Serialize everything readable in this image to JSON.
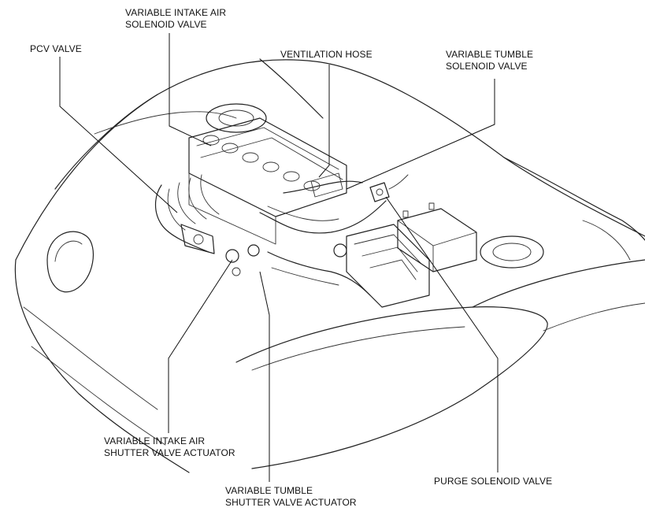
{
  "labels": {
    "variable_intake_air_solenoid_valve": [
      "VARIABLE INTAKE AIR",
      "SOLENOID VALVE"
    ],
    "pcv_valve": [
      "PCV VALVE"
    ],
    "ventilation_hose": [
      "VENTILATION HOSE"
    ],
    "variable_tumble_solenoid_valve": [
      "VARIABLE TUMBLE",
      "SOLENOID VALVE"
    ],
    "variable_intake_air_shutter_valve_actuator": [
      "VARIABLE INTAKE AIR",
      "SHUTTER VALVE ACTUATOR"
    ],
    "variable_tumble_shutter_valve_actuator": [
      "VARIABLE TUMBLE",
      "SHUTTER VALVE ACTUATOR"
    ],
    "purge_solenoid_valve": [
      "PURGE SOLENOID VALVE"
    ]
  }
}
